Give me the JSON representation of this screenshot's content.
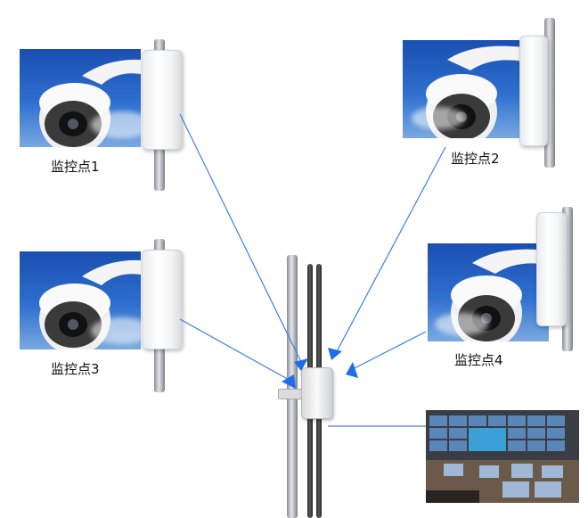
{
  "sites": [
    {
      "id": "site-1",
      "label": "监控点1"
    },
    {
      "id": "site-2",
      "label": "监控点2"
    },
    {
      "id": "site-3",
      "label": "监控点3"
    },
    {
      "id": "site-4",
      "label": "监控点4"
    }
  ],
  "colors": {
    "link_line": "#3d7fe0",
    "sky": "#2e6fd0",
    "arrow": "#1f6ee8"
  },
  "icons": [
    "dome-camera-icon",
    "wireless-bridge-icon",
    "omni-antenna-icon",
    "monitoring-center-icon"
  ]
}
